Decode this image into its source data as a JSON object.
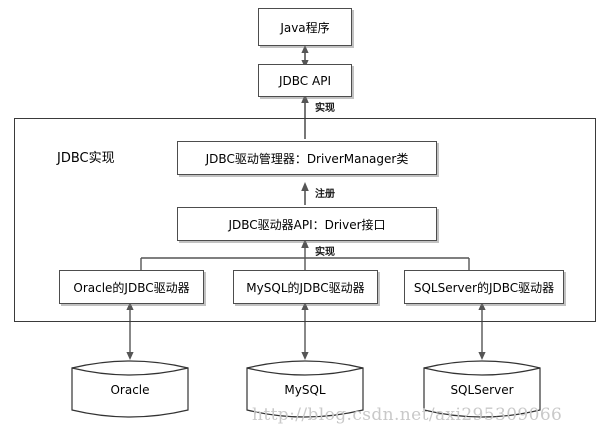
{
  "diagram": {
    "title_node": {
      "label": "Java程序"
    },
    "api_node": {
      "label": "JDBC API"
    },
    "container": {
      "label": "JDBC实现"
    },
    "driver_manager": {
      "label": "JDBC驱动管理器：DriverManager类"
    },
    "driver_api": {
      "label": "JDBC驱动器API：Driver接口"
    },
    "drivers": [
      {
        "label": "Oracle的JDBC驱动器"
      },
      {
        "label": "MySQL的JDBC驱动器"
      },
      {
        "label": "SQLServer的JDBC驱动器"
      }
    ],
    "databases": [
      {
        "label": "Oracle"
      },
      {
        "label": "MySQL"
      },
      {
        "label": "SQLServer"
      }
    ],
    "edge_labels": {
      "api_to_manager": "实现",
      "driverapi_to_manager": "注册",
      "drivers_to_driverapi": "实现"
    },
    "watermark": "http://blog.csdn.net/axi295309066",
    "colors": {
      "node_border": "#4d4d4d",
      "container_border": "#3a3a3a",
      "line": "#555555",
      "text": "#000000",
      "watermark": "#c9c9c9",
      "background": "#ffffff"
    }
  }
}
